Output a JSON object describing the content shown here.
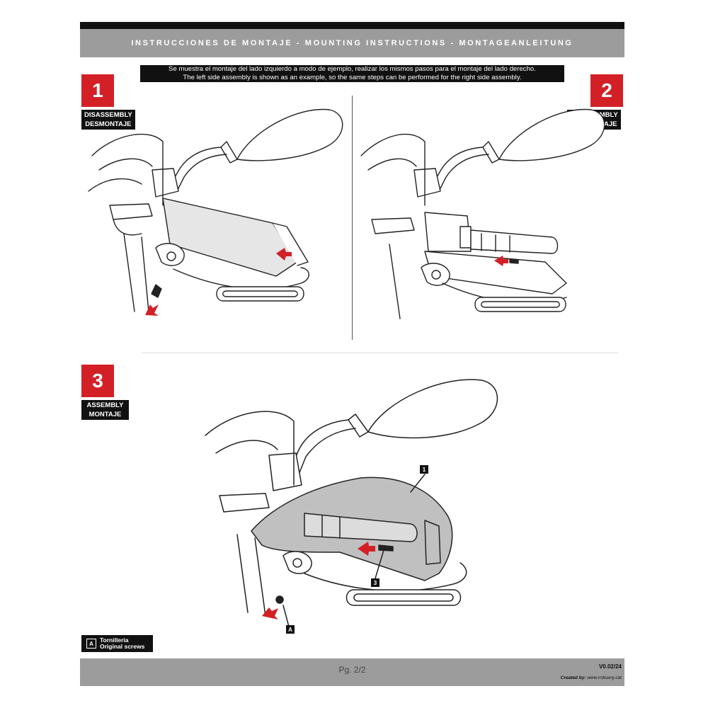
{
  "header": {
    "title": "INSTRUCCIONES DE MONTAJE - MOUNTING INSTRUCTIONS - MONTAGEANLEITUNG"
  },
  "notice": {
    "line_es": "Se muestra el montaje del lado izquierdo a modo de ejemplo, realizar los mismos pasos para el montaje del lado derecho.",
    "line_en": "The left side assembly is shown as an example, so the same steps can be performed for the right side assembly."
  },
  "steps": [
    {
      "number": "1",
      "label_en": "DISASSEMBLY",
      "label_es": "DESMONTAJE"
    },
    {
      "number": "2",
      "label_en": "DISASSEMBLY",
      "label_es": "DESMONTAJE"
    },
    {
      "number": "3",
      "label_en": "ASSEMBLY",
      "label_es": "MONTAJE"
    }
  ],
  "callouts": {
    "part_1": "1",
    "part_3": "3",
    "part_a": "A"
  },
  "legend": {
    "key": "A",
    "line1": "Tornilleria",
    "line2": "Original screws"
  },
  "footer": {
    "page": "Pg. 2/2",
    "version": "V0.02/24",
    "credit_label": "Created by:",
    "credit_site": "www.rrdiseny.cat"
  },
  "colors": {
    "accent_red": "#d32027",
    "bar_gray": "#9c9c9c",
    "label_black": "#111111"
  }
}
